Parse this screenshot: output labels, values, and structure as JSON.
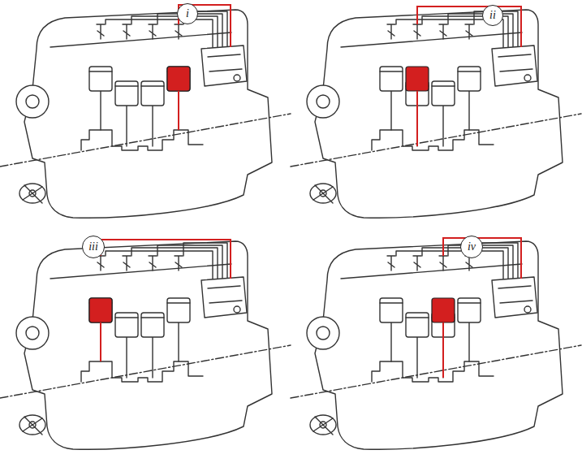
{
  "diagram": {
    "nodes": [
      {
        "text": [
          "i"
        ]
      },
      {
        "text": [
          "ii"
        ]
      },
      {
        "text": [
          "iii"
        ]
      },
      {
        "text": [
          "iv"
        ]
      }
    ]
  }
}
